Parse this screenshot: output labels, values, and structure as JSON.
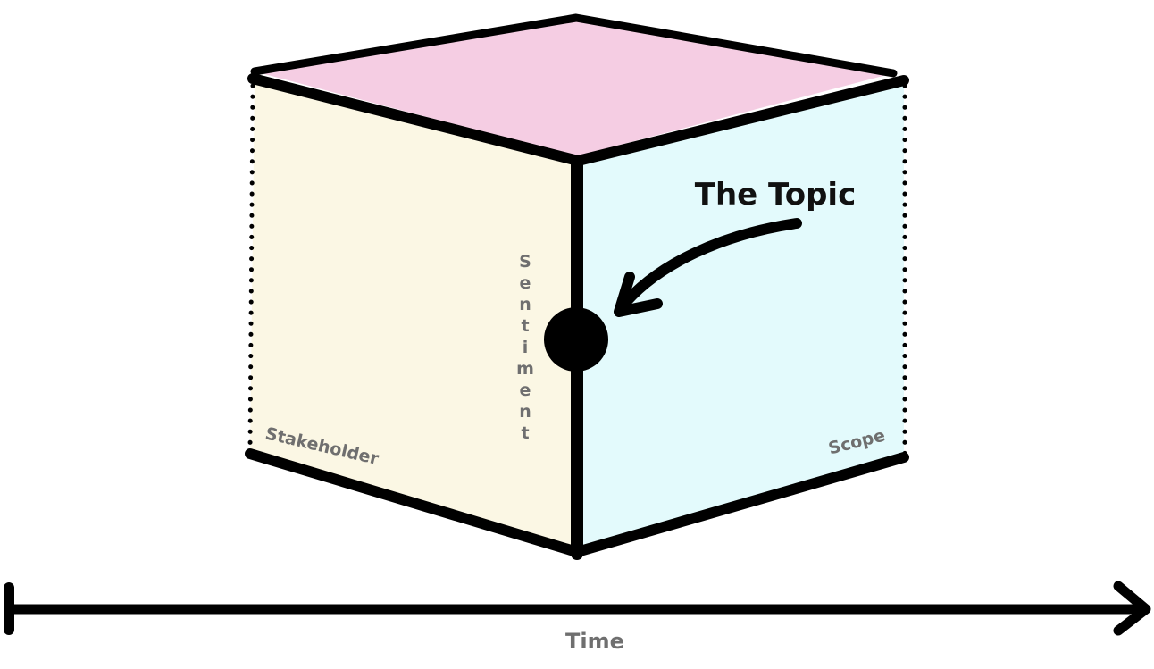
{
  "diagram": {
    "topic_label": "The Topic",
    "sentiment_label": "Sentiment",
    "stakeholder_label": "Stakeholder",
    "scope_label": "Scope",
    "time_label": "Time"
  },
  "colors": {
    "top_face": "#f5cde3",
    "left_face": "#fbf7e4",
    "right_face": "#e3fafc",
    "edge": "#000000",
    "axis_label": "#6f6f6f",
    "topic_text": "#111111"
  }
}
